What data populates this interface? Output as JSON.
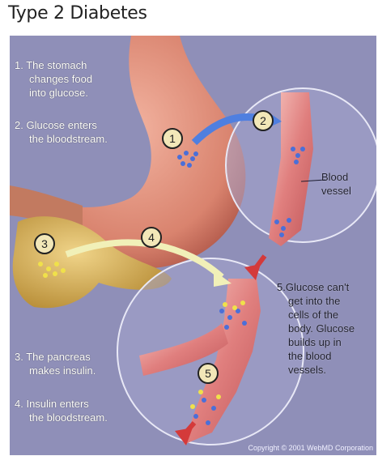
{
  "title": "Type 2 Diabetes",
  "steps": [
    {
      "num": "1.",
      "text_lines": [
        "The stomach",
        "changes food",
        "into glucose."
      ]
    },
    {
      "num": "2.",
      "text_lines": [
        "Glucose enters",
        "the bloodstream."
      ]
    },
    {
      "num": "3.",
      "text_lines": [
        "The pancreas",
        "makes insulin."
      ]
    },
    {
      "num": "4.",
      "text_lines": [
        "Insulin enters",
        "the bloodstream."
      ]
    },
    {
      "num": "5.",
      "text_lines": [
        "Glucose can't",
        "get into the",
        "cells of the",
        "body. Glucose",
        "builds up in",
        "the blood",
        "vessels."
      ]
    }
  ],
  "callouts": {
    "blood_vessel": [
      "Blood",
      "vessel"
    ]
  },
  "markers": [
    "1",
    "2",
    "3",
    "4",
    "5"
  ],
  "copyright": "Copyright © 2001 WebMD Corporation",
  "colors": {
    "background": "#8f8fb8",
    "stomach": "#d9836e",
    "vessel": "#e07f7e",
    "pancreas": "#d8b259",
    "glucose": "#4b6fd8",
    "insulin": "#f0e14a",
    "arrow_blue": "#4f7fe0",
    "arrow_red": "#d43a3a",
    "arrow_yellow": "#f1f0b8"
  }
}
